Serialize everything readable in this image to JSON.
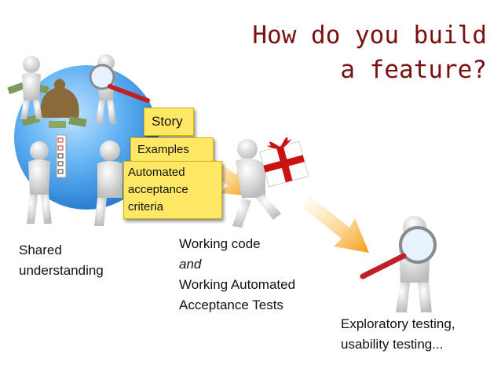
{
  "title": {
    "line1": "How do you build",
    "line2": "a feature?"
  },
  "notes": {
    "story": "Story",
    "examples": "Examples",
    "criteria_line1": "Automated",
    "criteria_line2": "acceptance",
    "criteria_line3": "criteria"
  },
  "captions": {
    "shared_line1": "Shared",
    "shared_line2": "understanding",
    "working_line1": "Working code",
    "working_line2": "and",
    "working_line3": "Working Automated",
    "working_line4": "Acceptance Tests",
    "exploratory_line1": "Exploratory testing,",
    "exploratory_line2": "usability testing..."
  },
  "colors": {
    "title": "#7a1010",
    "sticky_note": "#ffe866",
    "arrow": "#f5a020",
    "globe": "#4aa3f0",
    "gift_ribbon": "#cc1111",
    "figure": "#e8e8e8"
  }
}
